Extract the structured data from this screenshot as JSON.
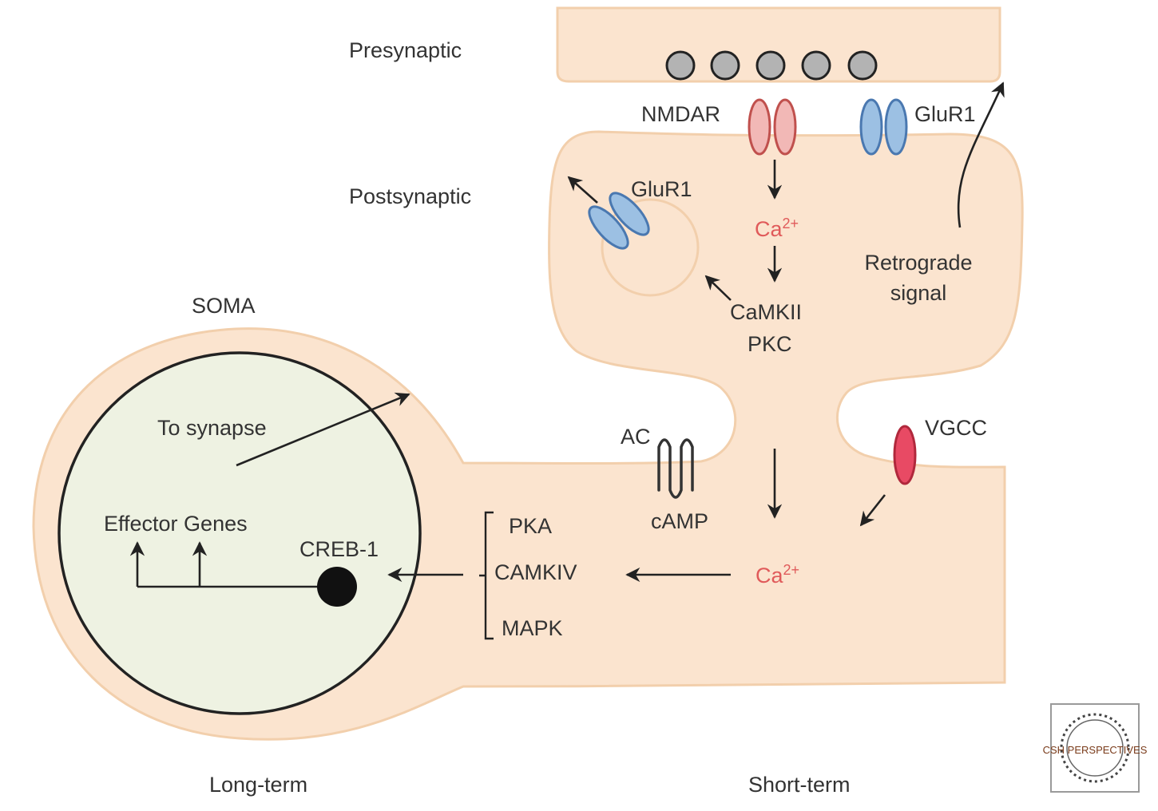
{
  "labels": {
    "presynaptic": "Presynaptic",
    "postsynaptic": "Postsynaptic",
    "nmdar": "NMDAR",
    "glur1_membrane": "GluR1",
    "glur1_vesicle": "GluR1",
    "ca_upper": "Ca",
    "ca_upper_sup": "2+",
    "camkii": "CaMKII",
    "pkc": "PKC",
    "retrograde_1": "Retrograde",
    "retrograde_2": "signal",
    "soma": "SOMA",
    "to_synapse": "To synapse",
    "effector_genes": "Effector Genes",
    "creb1": "CREB-1",
    "pka": "PKA",
    "camkiv": "CAMKIV",
    "mapk": "MAPK",
    "ac": "AC",
    "camp": "cAMP",
    "vgcc": "VGCC",
    "ca_lower": "Ca",
    "ca_lower_sup": "2+",
    "long_term": "Long-term",
    "short_term": "Short-term",
    "logo": "CSH PERSPECTIVES"
  },
  "colors": {
    "cell_fill": "#fbe4cf",
    "cell_stroke": "#f2cfac",
    "nucleus_fill": "#eef2e2",
    "nucleus_stroke": "#222222",
    "vesicle_fill": "#b3b3b3",
    "nmdar_fill": "#f2b8b6",
    "nmdar_stroke": "#c0504d",
    "glur1_fill": "#9cc0e3",
    "glur1_stroke": "#4a78b0",
    "vgcc_fill": "#e84a64",
    "calcium_text": "#e05a5a",
    "text": "#333333"
  }
}
